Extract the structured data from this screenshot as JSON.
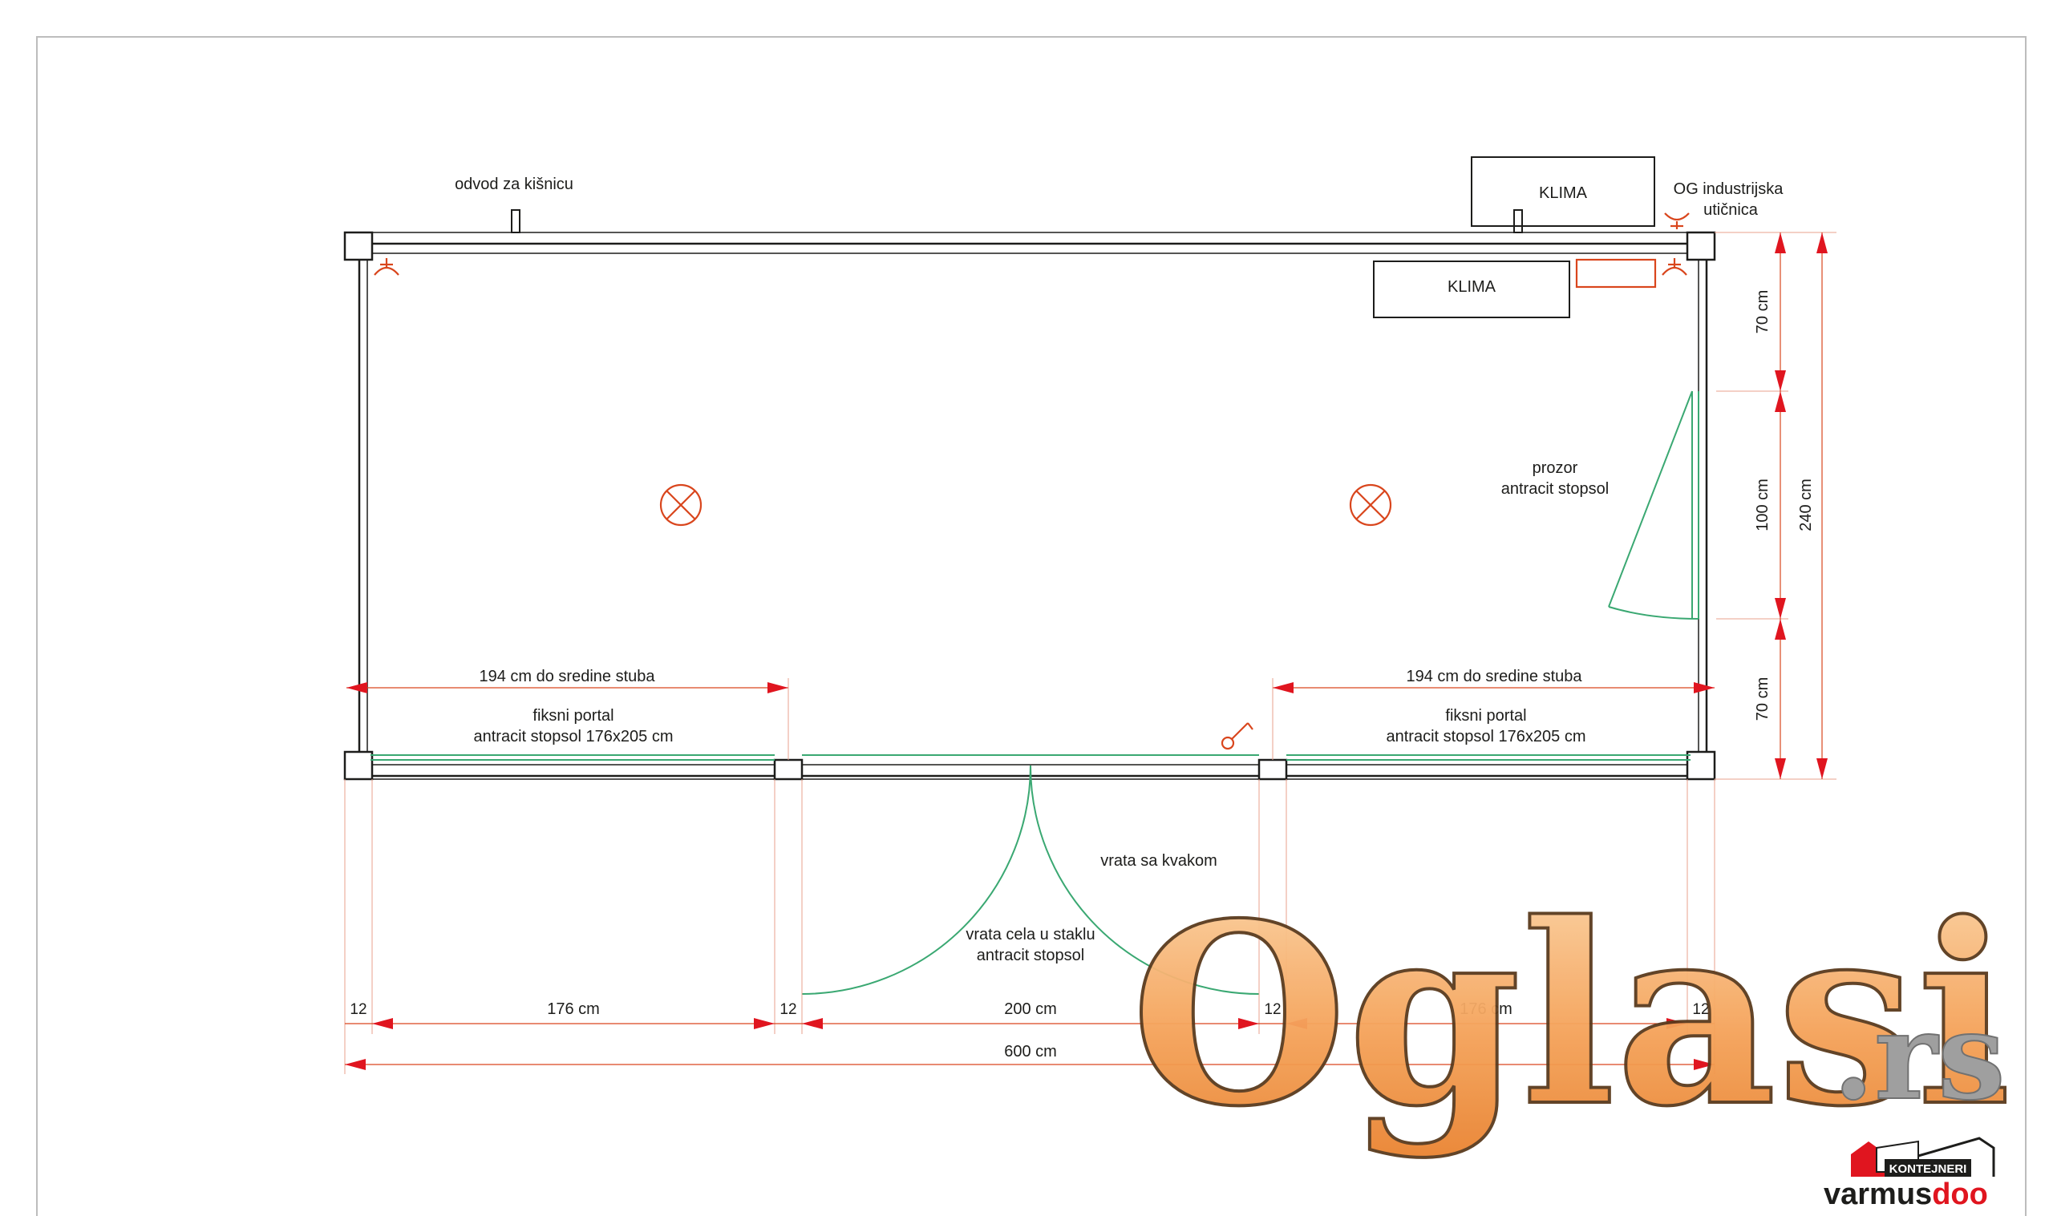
{
  "labels": {
    "rain_drain": "odvod za kišnicu",
    "ac_outside": "KLIMA",
    "ac_inside": "KLIMA",
    "socket_line1": "OG industrijska",
    "socket_line2": "utičnica",
    "window_line1": "prozor",
    "window_line2": "antracit stopsol",
    "left_pillar_dim": "194 cm do sredine stuba",
    "right_pillar_dim": "194 cm do sredine stuba",
    "left_portal_line1": "fiksni portal",
    "left_portal_line2": "antracit stopsol 176x205 cm",
    "right_portal_line1": "fiksni portal",
    "right_portal_line2": "antracit stopsol 176x205 cm",
    "door_handle": "vrata sa kvakom",
    "door_glass_line1": "vrata cela u staklu",
    "door_glass_line2": "antracit stopsol"
  },
  "dimensions": {
    "right_top": "70 cm",
    "right_middle": "100 cm",
    "right_bottom": "70 cm",
    "right_total": "240 cm",
    "bottom_segments": [
      "12",
      "176 cm",
      "12",
      "200 cm",
      "12",
      "176 cm",
      "12"
    ],
    "bottom_total": "600 cm"
  },
  "watermark": {
    "text": "Oglasi",
    "suffix": ".rs"
  },
  "logo": {
    "badge": "KONTEJNERI",
    "name_part1": "varmus",
    "name_part2": "doo"
  },
  "colors": {
    "wall": "#1d1d1b",
    "glass": "#3aa872",
    "electrical": "#d9461d",
    "arrow": "#e0151f",
    "watermark_fill": "#f5a35a",
    "watermark_gray": "#9a9a9a",
    "logo_red": "#e0151f"
  }
}
